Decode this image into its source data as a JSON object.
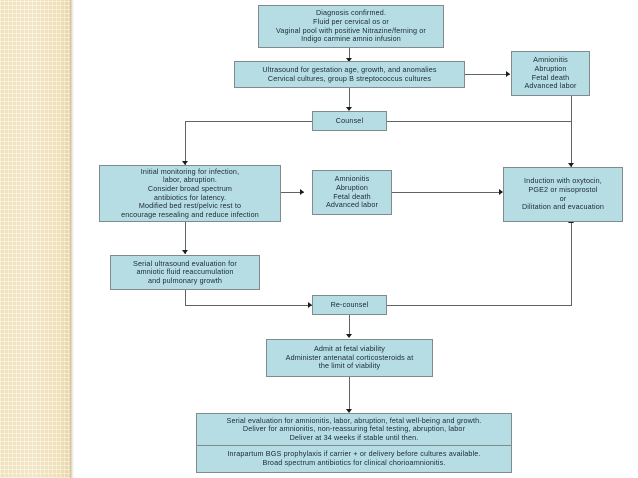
{
  "slide": {
    "background_color": "#ffffff",
    "sidebar_color": "#f1e2bd",
    "box_fill": "#b6dde3",
    "box_border": "#7f8b8d",
    "connector_color": "#5d6466",
    "text_color": "#1b2a33"
  },
  "flowchart": {
    "type": "flowchart",
    "nodes": [
      {
        "id": "diagnosis",
        "text": "Diagnosis confirmed.\nFluid per cervical os or\nVaginal pool with positive Nitrazine/ferning or\nIndigo carmine amnio infusion"
      },
      {
        "id": "ultrasound",
        "text": "Ultrasound for gestation age, growth, and anomalies\nCervical cultures, group B streptococcus cultures"
      },
      {
        "id": "complications-top",
        "text": "Amnionitis\nAbruption\nFetal death\nAdvanced labor"
      },
      {
        "id": "counsel",
        "text": "Counsel"
      },
      {
        "id": "initial-monitoring",
        "text": "Initial monitoring for infection,\nlabor, abruption.\nConsider broad spectrum\nantibiotics for latency.\nModified bed rest/pelvic rest to\nencourage resealing and reduce infection"
      },
      {
        "id": "complications-mid",
        "text": "Amnionitis\nAbruption\nFetal death\nAdvanced labor"
      },
      {
        "id": "induction",
        "text": "Induction with oxytocin,\nPGE2 or misoprostol\nor\nDilitation and evacuation"
      },
      {
        "id": "serial-ultrasound",
        "text": "Serial ultrasound evaluation for\namniotic fluid reaccumulation\nand pulmonary growth"
      },
      {
        "id": "recounsel",
        "text": "Re-counsel"
      },
      {
        "id": "admit",
        "text": "Admit at fetal viability\nAdminister antenatal corticosteroids at\nthe limit of viability"
      },
      {
        "id": "serial-evaluation",
        "text": "Serial evaluation for amnionitis, labor, abruption, fetal well-being and growth.\nDeliver for amnionitis, non-reassuring fetal testing, abruption, labor\nDeliver at 34 weeks if stable until then."
      },
      {
        "id": "prophylaxis",
        "text": "Inrapartum BGS prophylaxis if carrier + or delivery before cultures available.\nBroad spectrum antibiotics for clinical chorioamnionitis."
      }
    ]
  }
}
